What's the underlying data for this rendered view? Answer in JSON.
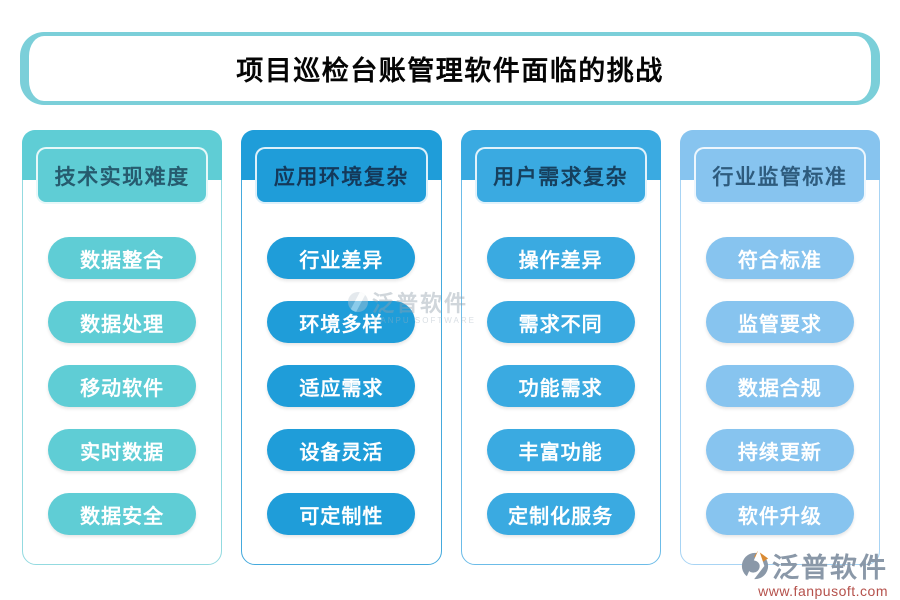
{
  "title": "项目巡检台账管理软件面临的挑战",
  "accent": {
    "title_border": "#7BCFD9"
  },
  "columns": [
    {
      "header": "技术实现难度",
      "items": [
        "数据整合",
        "数据处理",
        "移动软件",
        "实时数据",
        "数据安全"
      ],
      "color": "#5FCDD5",
      "header_text_color": "#265B6E",
      "border_color": "#93DAE0"
    },
    {
      "header": "应用环境复杂",
      "items": [
        "行业差异",
        "环境多样",
        "适应需求",
        "设备灵活",
        "可定制性"
      ],
      "color": "#1F9DD9",
      "header_text_color": "#14395A",
      "border_color": "#45AADD"
    },
    {
      "header": "用户需求复杂",
      "items": [
        "操作差异",
        "需求不同",
        "功能需求",
        "丰富功能",
        "定制化服务"
      ],
      "color": "#3AAAE1",
      "header_text_color": "#16405E",
      "border_color": "#6CBCE8"
    },
    {
      "header": "行业监管标准",
      "items": [
        "符合标准",
        "监管要求",
        "数据合规",
        "持续更新",
        "软件升级"
      ],
      "color": "#87C4EF",
      "header_text_color": "#2E5B7D",
      "border_color": "#A8D4F4"
    }
  ],
  "watermark": {
    "name": "泛普软件",
    "caption": "FANPU SOFTWARE"
  },
  "logo": {
    "name": "泛普软件",
    "url": "www.fanpusoft.com"
  }
}
